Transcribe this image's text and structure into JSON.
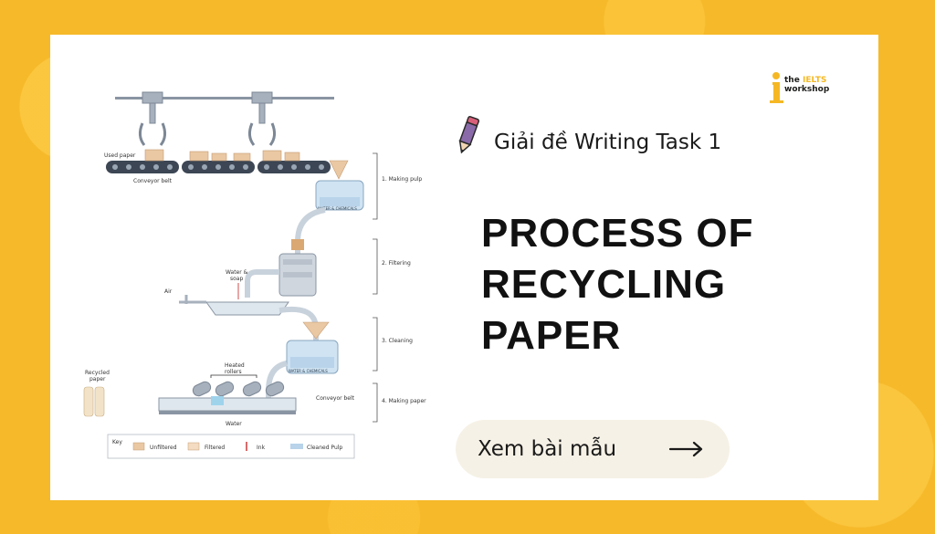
{
  "subtitle": "Giải đề Writing Task 1",
  "title_lines": [
    "PROCESS OF",
    "RECYCLING",
    "PAPER"
  ],
  "cta_label": "Xem bài mẫu",
  "logo": {
    "line1": "the IELTS",
    "line1_a": "the",
    "line1_b": "IELTS",
    "line2": "workshop"
  },
  "colors": {
    "accent": "#f5b824",
    "card": "#ffffff",
    "cta_bg": "#f6f1e6"
  },
  "diagram": {
    "labels": {
      "used_paper": "Used paper",
      "conveyor_belt_top": "Conveyor belt",
      "water_soap_1": "Water &",
      "water_soap_2": "soap",
      "air": "Air",
      "water_chem_1": "WATER & CHEMICALS",
      "water_chem_2": "WATER & CHEMICALS",
      "heated_1": "Heated",
      "heated_2": "rollers",
      "recycled_1": "Recycled",
      "recycled_2": "paper",
      "conveyor_belt_bottom": "Conveyor belt",
      "water": "Water"
    },
    "stages": [
      "1. Making pulp",
      "2. Filtering",
      "3. Cleaning",
      "4. Making paper"
    ],
    "key": {
      "title": "Key",
      "items": [
        "Unfiltered",
        "Filtered",
        "Ink",
        "Cleaned Pulp"
      ]
    }
  }
}
